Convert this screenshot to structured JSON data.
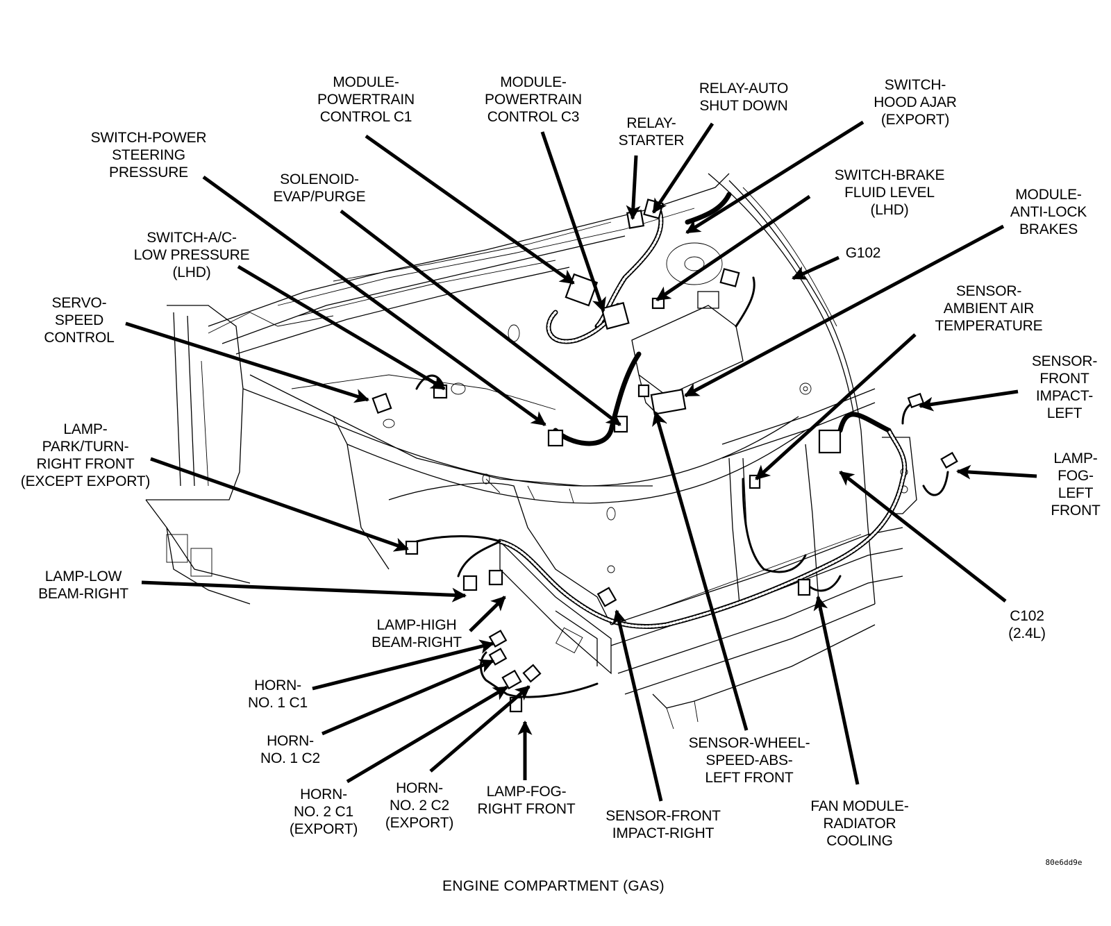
{
  "diagram": {
    "title": "ENGINE COMPARTMENT (GAS)",
    "figure_code": "80e6dd9e",
    "labels": [
      {
        "id": "module-powertrain-control-c1",
        "lines": [
          "MODULE-",
          "POWERTRAIN",
          "CONTROL C1"
        ]
      },
      {
        "id": "module-powertrain-control-c3",
        "lines": [
          "MODULE-",
          "POWERTRAIN",
          "CONTROL C3"
        ]
      },
      {
        "id": "relay-auto-shut-down",
        "lines": [
          "RELAY-AUTO",
          "SHUT DOWN"
        ]
      },
      {
        "id": "switch-hood-ajar",
        "lines": [
          "SWITCH-",
          "HOOD AJAR",
          "(EXPORT)"
        ]
      },
      {
        "id": "relay-starter",
        "lines": [
          "RELAY-",
          "STARTER"
        ]
      },
      {
        "id": "switch-power-steering-pressure",
        "lines": [
          "SWITCH-POWER",
          "STEERING",
          "PRESSURE"
        ]
      },
      {
        "id": "solenoid-evap-purge",
        "lines": [
          "SOLENOID-",
          "EVAP/PURGE"
        ]
      },
      {
        "id": "switch-brake-fluid-level",
        "lines": [
          "SWITCH-BRAKE",
          "FLUID LEVEL",
          "(LHD)"
        ]
      },
      {
        "id": "module-anti-lock-brakes",
        "lines": [
          "MODULE-",
          "ANTI-LOCK",
          "BRAKES"
        ]
      },
      {
        "id": "switch-ac-low-pressure",
        "lines": [
          "SWITCH-A/C-",
          "LOW PRESSURE",
          "(LHD)"
        ]
      },
      {
        "id": "g102",
        "lines": [
          "G102"
        ]
      },
      {
        "id": "sensor-ambient-air-temperature",
        "lines": [
          "SENSOR-",
          "AMBIENT AIR",
          "TEMPERATURE"
        ]
      },
      {
        "id": "servo-speed-control",
        "lines": [
          "SERVO-",
          "SPEED",
          "CONTROL"
        ]
      },
      {
        "id": "sensor-front-impact-left",
        "lines": [
          "SENSOR-",
          "FRONT",
          "IMPACT-",
          "LEFT"
        ]
      },
      {
        "id": "lamp-park-turn-right-front",
        "lines": [
          "LAMP-",
          "PARK/TURN-",
          "RIGHT FRONT",
          "(EXCEPT EXPORT)"
        ]
      },
      {
        "id": "lamp-fog-left-front",
        "lines": [
          "LAMP-",
          "FOG-",
          "LEFT",
          "FRONT"
        ]
      },
      {
        "id": "lamp-low-beam-right",
        "lines": [
          "LAMP-LOW",
          "BEAM-RIGHT"
        ]
      },
      {
        "id": "lamp-high-beam-right",
        "lines": [
          "LAMP-HIGH",
          "BEAM-RIGHT"
        ]
      },
      {
        "id": "c102",
        "lines": [
          "C102",
          "(2.4L)"
        ]
      },
      {
        "id": "horn-no1-c1",
        "lines": [
          "HORN-",
          "NO. 1 C1"
        ]
      },
      {
        "id": "horn-no1-c2",
        "lines": [
          "HORN-",
          "NO. 1 C2"
        ]
      },
      {
        "id": "sensor-wheel-speed-abs-left-front",
        "lines": [
          "SENSOR-WHEEL-",
          "SPEED-ABS-",
          "LEFT FRONT"
        ]
      },
      {
        "id": "horn-no2-c1",
        "lines": [
          "HORN-",
          "NO. 2 C1",
          "(EXPORT)"
        ]
      },
      {
        "id": "horn-no2-c2",
        "lines": [
          "HORN-",
          "NO. 2 C2",
          "(EXPORT)"
        ]
      },
      {
        "id": "lamp-fog-right-front",
        "lines": [
          "LAMP-FOG-",
          "RIGHT FRONT"
        ]
      },
      {
        "id": "sensor-front-impact-right",
        "lines": [
          "SENSOR-FRONT",
          "IMPACT-RIGHT"
        ]
      },
      {
        "id": "fan-module-radiator-cooling",
        "lines": [
          "FAN MODULE-",
          "RADIATOR",
          "COOLING"
        ]
      }
    ]
  }
}
